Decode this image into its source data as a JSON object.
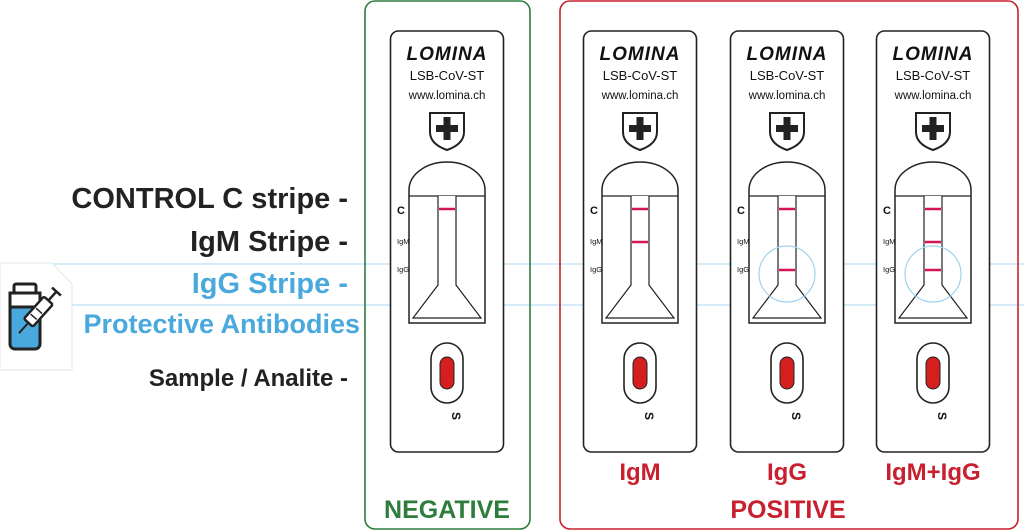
{
  "legend": {
    "control_label": "CONTROL  C stripe -",
    "igm_label": "IgM Stripe -",
    "igg_label": "IgG Stripe -",
    "protective_label": "Protective Antibodies",
    "sample_label": "Sample / Analite -"
  },
  "device": {
    "brand": "LOMINA",
    "model": "LSB-CoV-ST",
    "website": "www.lomina.ch",
    "mark_c": "C",
    "mark_igm": "IgM",
    "mark_igg": "IgG",
    "sample_mark": "S"
  },
  "groups": {
    "negative_title": "NEGATIVE",
    "positive_title": "POSITIVE"
  },
  "cassettes": [
    {
      "caption": "",
      "lines": [
        "C"
      ]
    },
    {
      "caption": "IgM",
      "lines": [
        "C",
        "IgM"
      ]
    },
    {
      "caption": "IgG",
      "lines": [
        "C",
        "IgG"
      ],
      "highlight": "IgG"
    },
    {
      "caption": "IgM+IgG",
      "lines": [
        "C",
        "IgM",
        "IgG"
      ],
      "highlight": "IgG"
    }
  ],
  "colors": {
    "negative": "#2e7d3e",
    "positive": "#c8202f",
    "stripe": "#d6145a",
    "well": "#d51e1e",
    "accent_blue": "#4aa9dc",
    "text": "#222222"
  },
  "icons": {
    "vial": "vial-syringe-icon",
    "shield": "shield-cross-icon"
  }
}
